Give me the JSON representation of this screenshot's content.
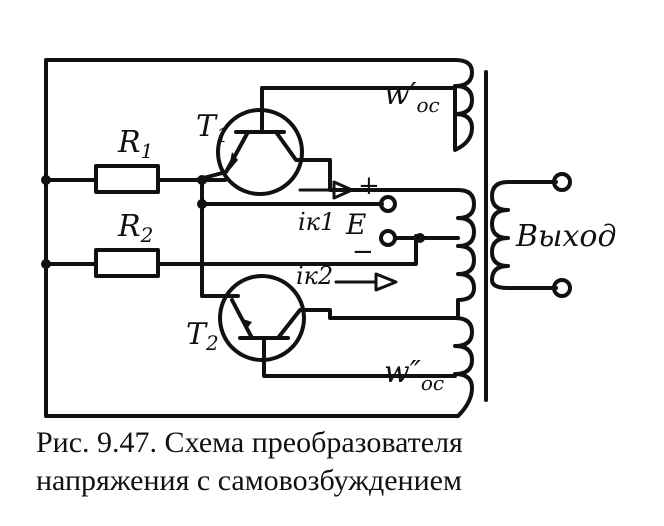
{
  "labels": {
    "r1_main": "R",
    "r1_sub": "1",
    "r2_main": "R",
    "r2_sub": "2",
    "t1_main": "T",
    "t1_sub": "1",
    "t2_main": "T",
    "t2_sub": "2",
    "w_top_main": "w′",
    "w_top_sub": "ос",
    "w_bot_main": "w″",
    "w_bot_sub": "ос",
    "ik1": "iк1",
    "ik2": "iк2",
    "e": "E",
    "plus": "+",
    "minus": "−",
    "output": "Выход"
  },
  "caption": {
    "line1": "Рис. 9.47. Схема преобразователя",
    "line2": "напряжения с самовозбуждением"
  }
}
